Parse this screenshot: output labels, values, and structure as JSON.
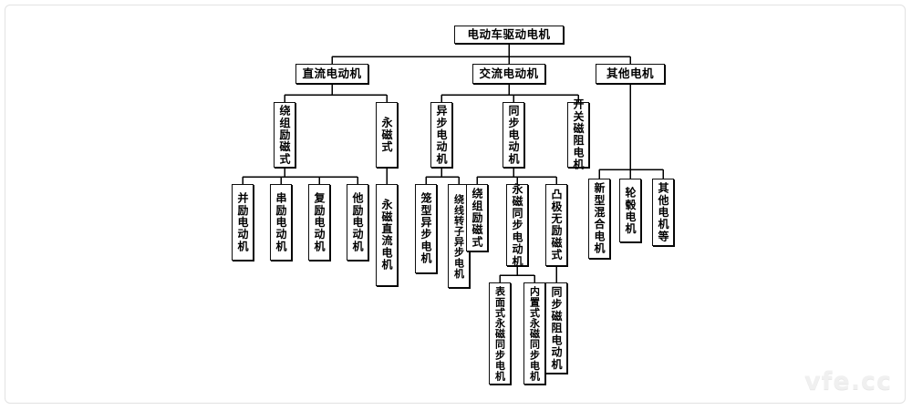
{
  "figure": {
    "type": "tree-diagram",
    "root": "电动车驱动电机",
    "watermark": "vfe.cc",
    "line_color": "#000000",
    "box_border_color": "#0d0d0d",
    "background": "#ffffff",
    "frame_color": "#e2e2e2"
  },
  "nodes": {
    "root": "电动车驱动电机",
    "dc": "直流电动机",
    "ac": "交流电动机",
    "other": "其他电机",
    "dc_wound": "绕组励磁式",
    "dc_pm": "永磁式",
    "ac_async": "异步电动机",
    "ac_sync": "同步电动机",
    "ac_srm": "开关磁阻电机",
    "dc_shunt": "并励电动机",
    "dc_series": "串励电动机",
    "dc_compound": "复励电动机",
    "dc_separate": "他励电动机",
    "dc_pm_motor": "永磁直流电机",
    "async_cage": "笼型异步电机",
    "async_wound_rotor": "绕线转子异步电机",
    "sync_wound": "绕组励磁式",
    "sync_pm": "永磁同步电动机",
    "sync_salient": "凸极无励磁式",
    "pm_surface": "表面式永磁同步电机",
    "pm_interior": "内置式永磁同步电机",
    "sync_reluctance": "同步磁阻电动机",
    "other_hybrid": "新型混合电机",
    "other_hub": "轮毂电机",
    "other_misc": "其他电机等"
  },
  "edges": [
    {
      "from": "root",
      "to": "dc"
    },
    {
      "from": "root",
      "to": "ac"
    },
    {
      "from": "root",
      "to": "other"
    },
    {
      "from": "dc",
      "to": "dc_wound"
    },
    {
      "from": "dc",
      "to": "dc_pm"
    },
    {
      "from": "ac",
      "to": "ac_async"
    },
    {
      "from": "ac",
      "to": "ac_sync"
    },
    {
      "from": "ac",
      "to": "ac_srm"
    },
    {
      "from": "dc_wound",
      "to": "dc_shunt"
    },
    {
      "from": "dc_wound",
      "to": "dc_series"
    },
    {
      "from": "dc_wound",
      "to": "dc_compound"
    },
    {
      "from": "dc_wound",
      "to": "dc_separate"
    },
    {
      "from": "dc_pm",
      "to": "dc_pm_motor"
    },
    {
      "from": "ac_async",
      "to": "async_cage"
    },
    {
      "from": "ac_async",
      "to": "async_wound_rotor"
    },
    {
      "from": "ac_sync",
      "to": "sync_wound"
    },
    {
      "from": "ac_sync",
      "to": "sync_pm"
    },
    {
      "from": "ac_sync",
      "to": "sync_salient"
    },
    {
      "from": "sync_pm",
      "to": "pm_surface"
    },
    {
      "from": "sync_pm",
      "to": "pm_interior"
    },
    {
      "from": "sync_salient",
      "to": "sync_reluctance"
    },
    {
      "from": "other",
      "to": "other_hybrid"
    },
    {
      "from": "other",
      "to": "other_hub"
    },
    {
      "from": "other",
      "to": "other_misc"
    }
  ]
}
